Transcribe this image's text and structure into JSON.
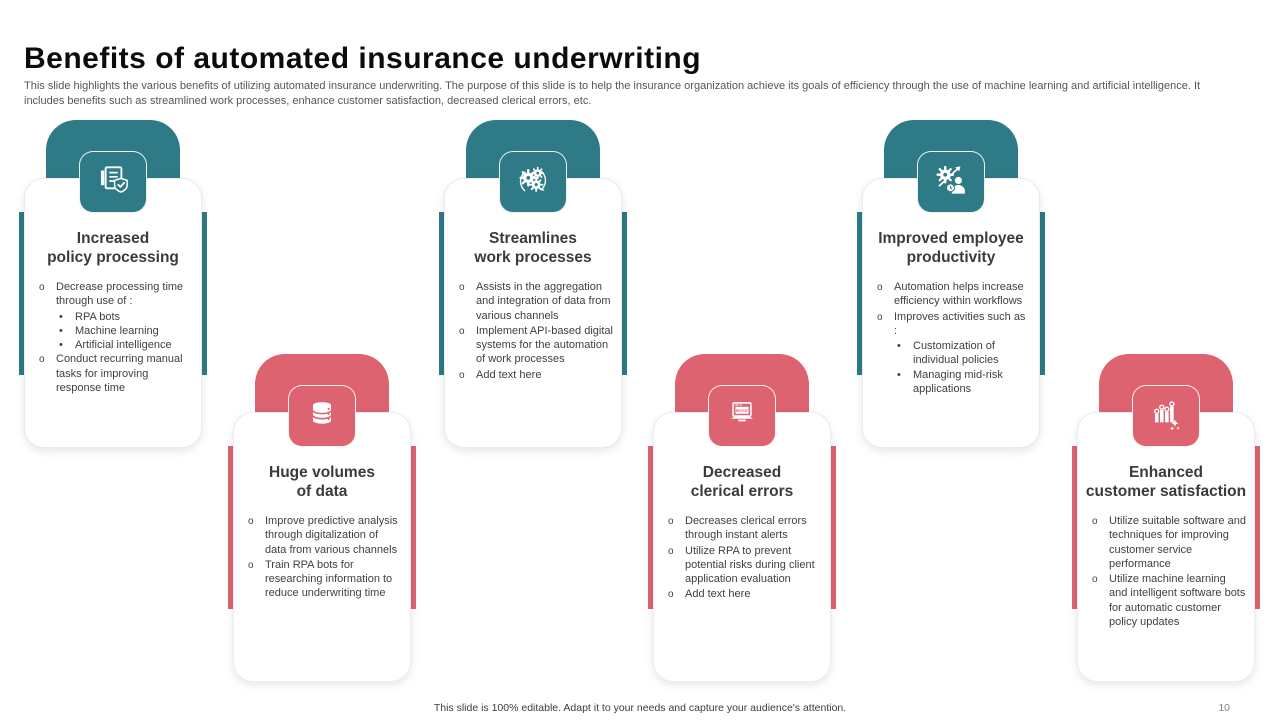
{
  "slide": {
    "title": "Benefits of automated insurance underwriting",
    "description": "This slide highlights the various benefits of utilizing automated insurance underwriting. The purpose of this slide is to help the insurance organization achieve its goals of efficiency through the use of machine learning and artificial intelligence. It includes benefits such as streamlined work processes, enhance customer satisfaction, decreased clerical errors, etc.",
    "footer_note": "This slide is 100% editable. Adapt it to your needs and capture your audience's attention.",
    "page_number": "10"
  },
  "colors": {
    "teal": "#2E7B87",
    "red": "#DE6370",
    "title_text": "#0c0c0c",
    "body_text": "#404040"
  },
  "cards": [
    {
      "title": "Increased\npolicy processing",
      "color": "teal",
      "row": "top",
      "icon": "policy-check-icon",
      "bullets": [
        {
          "text": "Decrease processing time through use of :",
          "subs": [
            "RPA bots",
            "Machine learning",
            "Artificial intelligence"
          ]
        },
        {
          "text": "Conduct recurring manual tasks for improving response time",
          "subs": []
        }
      ]
    },
    {
      "title": "Streamlines\nwork processes",
      "color": "teal",
      "row": "top",
      "icon": "sync-gears-icon",
      "bullets": [
        {
          "text": "Assists in the aggregation and integration of data from various channels",
          "subs": []
        },
        {
          "text": "Implement API-based digital systems for the automation of work processes",
          "subs": []
        },
        {
          "text": "Add text here",
          "subs": []
        }
      ]
    },
    {
      "title": "Improved employee\nproductivity",
      "color": "teal",
      "row": "top",
      "icon": "employee-productivity-icon",
      "bullets": [
        {
          "text": "Automation helps increase efficiency within workflows",
          "subs": []
        },
        {
          "text": "Improves activities such as :",
          "subs": [
            "Customization of individual policies",
            "Managing mid-risk applications"
          ]
        }
      ]
    },
    {
      "title": "Huge volumes\nof data",
      "color": "red",
      "row": "bottom",
      "icon": "database-icon",
      "bullets": [
        {
          "text": "Improve predictive analysis through digitalization of data from various channels",
          "subs": []
        },
        {
          "text": "Train RPA bots for researching information to reduce underwriting time",
          "subs": []
        }
      ]
    },
    {
      "title": "Decreased\nclerical errors",
      "color": "red",
      "row": "bottom",
      "icon": "error-laptop-icon",
      "bullets": [
        {
          "text": "Decreases clerical errors through instant alerts",
          "subs": []
        },
        {
          "text": "Utilize RPA to prevent potential risks during client application evaluation",
          "subs": []
        },
        {
          "text": "Add text here",
          "subs": []
        }
      ]
    },
    {
      "title": "Enhanced\ncustomer satisfaction",
      "color": "red",
      "row": "bottom",
      "icon": "growth-sparkle-icon",
      "bullets": [
        {
          "text": "Utilize suitable software and techniques for improving customer service performance",
          "subs": []
        },
        {
          "text": "Utilize machine learning and intelligent software bots for automatic customer policy updates",
          "subs": []
        }
      ]
    }
  ]
}
